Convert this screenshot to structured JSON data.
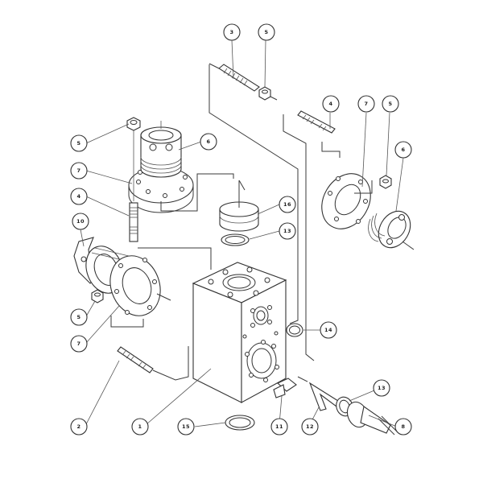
{
  "callouts": [
    {
      "id": "c3-top",
      "label": "3"
    },
    {
      "id": "c5-top",
      "label": "5"
    },
    {
      "id": "c4-right",
      "label": "4"
    },
    {
      "id": "c7-right",
      "label": "7"
    },
    {
      "id": "c5-right",
      "label": "5"
    },
    {
      "id": "c6-right",
      "label": "6"
    },
    {
      "id": "c5-left",
      "label": "5"
    },
    {
      "id": "c6-left",
      "label": "6"
    },
    {
      "id": "c7-left",
      "label": "7"
    },
    {
      "id": "c4-left",
      "label": "4"
    },
    {
      "id": "c16",
      "label": "16"
    },
    {
      "id": "c13-mid",
      "label": "13"
    },
    {
      "id": "c10",
      "label": "10"
    },
    {
      "id": "c5-low",
      "label": "5"
    },
    {
      "id": "c7-low",
      "label": "7"
    },
    {
      "id": "c14",
      "label": "14"
    },
    {
      "id": "c2",
      "label": "2"
    },
    {
      "id": "c1",
      "label": "1"
    },
    {
      "id": "c15",
      "label": "15"
    },
    {
      "id": "c11",
      "label": "11"
    },
    {
      "id": "c12",
      "label": "12"
    },
    {
      "id": "c13-low",
      "label": "13"
    },
    {
      "id": "c8",
      "label": "8"
    }
  ]
}
